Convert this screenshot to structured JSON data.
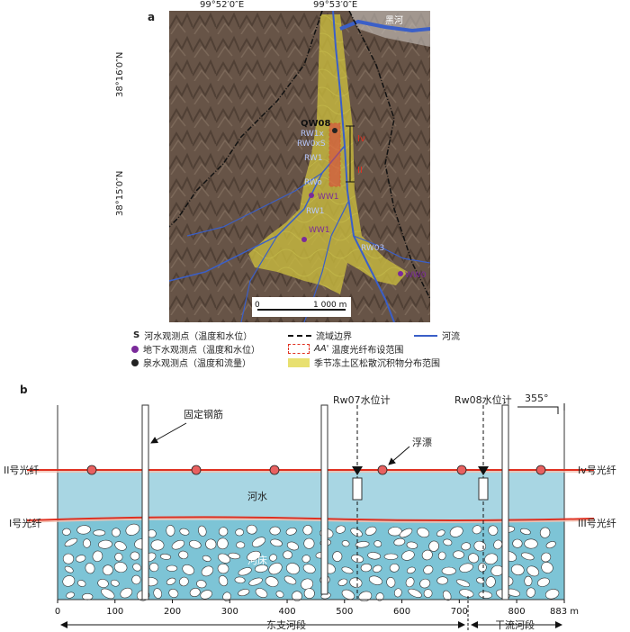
{
  "panel_a": {
    "letter": "a",
    "lon_labels": [
      "99°52′0″E",
      "99°53′0″E"
    ],
    "lat_labels": [
      "38°16′0″N",
      "38°15′0″N"
    ],
    "river_name": "黑河",
    "station_labels": {
      "qw08": "QW08",
      "rw1": "RW1x",
      "rw2": "RW0xS",
      "rw3": "RW1",
      "rw4": "RWo",
      "ww1": "WW1",
      "rw5": "RW1",
      "ww2": "WW1",
      "rw6": "RW03",
      "ww3": "WW0"
    },
    "section_labels": [
      "Iv",
      "II"
    ],
    "scale": {
      "start": "0",
      "end": "1 000 m"
    }
  },
  "legend": {
    "items": [
      {
        "marker": "S",
        "label": "河水观测点（温度和水位）"
      },
      {
        "marker": "",
        "label": "地下水观测点（温度和水位）"
      },
      {
        "marker": "",
        "label": "泉水观测点（温度和流量）"
      },
      {
        "marker": "",
        "label": "流域边界"
      },
      {
        "marker": "",
        "label": "温度光纤布设范围"
      },
      {
        "marker": "",
        "label": "季节冻土区松散沉积物分布范围"
      },
      {
        "marker": "",
        "label": "河流"
      }
    ],
    "aa_prefix": "AA'"
  },
  "panel_b": {
    "letter": "b",
    "fixed_rebar": "固定钢筋",
    "rw07": "Rw07水位计",
    "rw08": "Rw08水位计",
    "float": "浮漂",
    "angle": "355°",
    "fiber_ii": "II号光纤",
    "fiber_i": "I号光纤",
    "fiber_iv": "Iv号光纤",
    "fiber_iii": "III号光纤",
    "river_water": "河水",
    "riverbed": "河床",
    "axis_ticks": [
      "0",
      "100",
      "200",
      "300",
      "400",
      "500",
      "600",
      "700",
      "800",
      "883"
    ],
    "axis_unit": "m",
    "section_east": "东支河段",
    "section_main": "干流河段"
  },
  "colors": {
    "water": "#a8d6e3",
    "sediment": "#d8d060",
    "fiber": "#e03020",
    "river_line": "#3a5fc8",
    "boundary": "#111111"
  }
}
